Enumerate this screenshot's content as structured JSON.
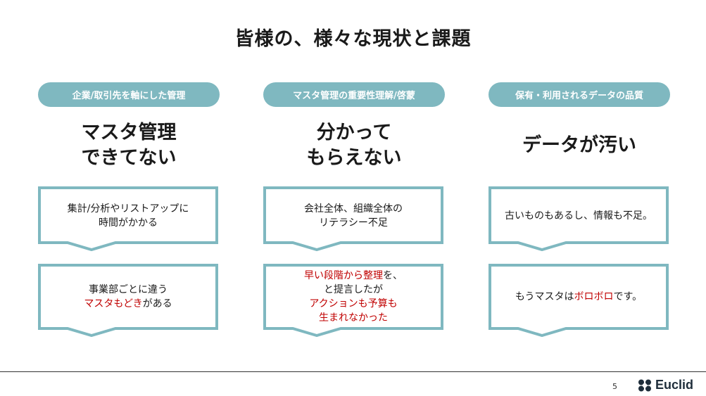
{
  "title": "皆様の、様々な現状と課題",
  "columns": [
    {
      "pill": "企業/取引先を軸にした管理",
      "headline": [
        "マスタ管理",
        "できてない"
      ],
      "box1": [
        "集計/分析やリストアップに",
        "時間がかかる"
      ],
      "box2": {
        "line1": "事業部ごとに違う",
        "line2_red": "マスタもどき",
        "line2_rest": "がある"
      }
    },
    {
      "pill": "マスタ管理の重要性理解/啓蒙",
      "headline": [
        "分かって",
        "もらえない"
      ],
      "box1": [
        "会社全体、組織全体の",
        "リテラシー不足"
      ],
      "box2": {
        "line1_red": "早い段階から整理",
        "line1_rest": "を、",
        "line2": "と提言したが",
        "line3_red": "アクションも予算も",
        "line4_red": "生まれなかった"
      }
    },
    {
      "pill": "保有・利用されるデータの品質",
      "headline": [
        "データが汚い"
      ],
      "box1": [
        "古いものもあるし、情報も不足。"
      ],
      "box2": {
        "prefix": "もうマスタは",
        "red": "ボロボロ",
        "suffix": "です。"
      }
    }
  ],
  "footer": {
    "page": "5",
    "logo": "Euclid"
  },
  "colors": {
    "accent": "#7fb8c0",
    "highlight": "#c00000"
  }
}
